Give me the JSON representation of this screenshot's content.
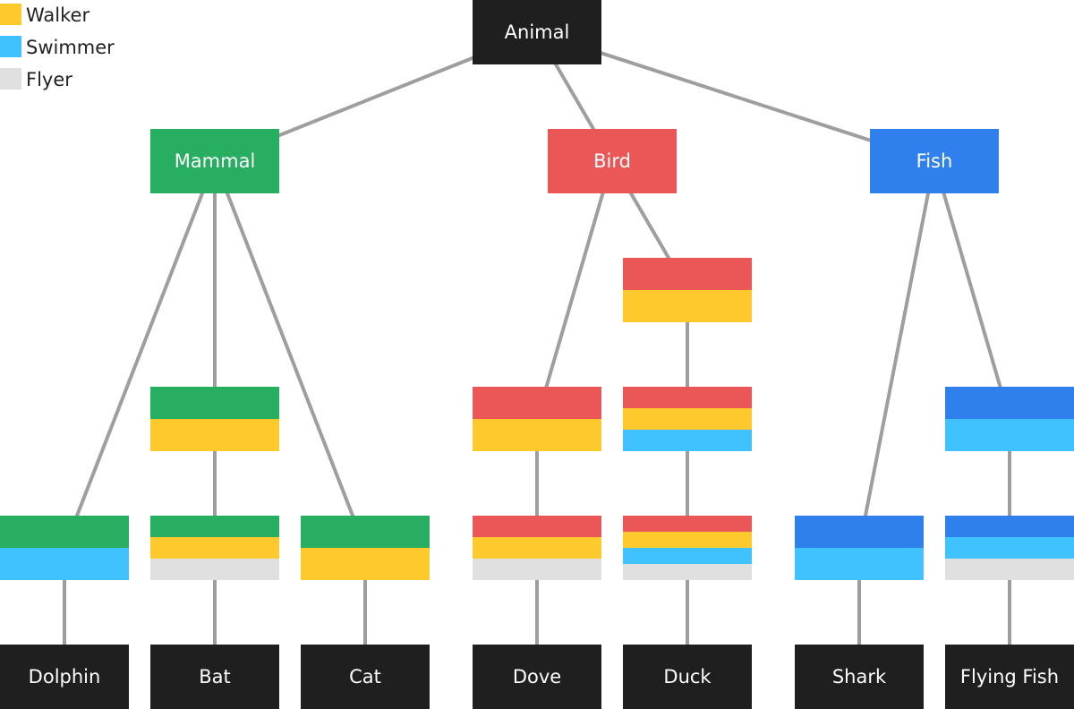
{
  "colors": {
    "mammal": "#27ae60",
    "bird": "#eb5757",
    "fish": "#2f80ed",
    "walker": "#fdc92c",
    "swimmer": "#3fc2ff",
    "flyer": "#e0e0e0",
    "dark": "#1f1f1f",
    "edge": "#9e9e9e",
    "white_text": "#ffffff"
  },
  "legend": [
    {
      "label": "Walker",
      "color_key": "walker"
    },
    {
      "label": "Swimmer",
      "color_key": "swimmer"
    },
    {
      "label": "Flyer",
      "color_key": "flyer"
    }
  ],
  "root": {
    "label": "Animal"
  },
  "classes": [
    {
      "id": "mammal",
      "label": "Mammal"
    },
    {
      "id": "bird",
      "label": "Bird"
    },
    {
      "id": "fish",
      "label": "Fish"
    }
  ],
  "combos": [
    {
      "id": "mammal-walker",
      "bands": [
        "mammal",
        "walker"
      ]
    },
    {
      "id": "bird-walker",
      "bands": [
        "bird",
        "walker"
      ]
    },
    {
      "id": "bird-walker-2",
      "bands": [
        "bird",
        "walker"
      ]
    },
    {
      "id": "bird-walker-swimmer",
      "bands": [
        "bird",
        "walker",
        "swimmer"
      ]
    },
    {
      "id": "fish-swimmer",
      "bands": [
        "fish",
        "swimmer"
      ]
    },
    {
      "id": "mammal-swimmer",
      "bands": [
        "mammal",
        "swimmer"
      ]
    },
    {
      "id": "mammal-walker-flyer",
      "bands": [
        "mammal",
        "walker",
        "flyer"
      ]
    },
    {
      "id": "mammal-walker-leaf",
      "bands": [
        "mammal",
        "walker"
      ]
    },
    {
      "id": "bird-walker-flyer",
      "bands": [
        "bird",
        "walker",
        "flyer"
      ]
    },
    {
      "id": "bird-walker-swimmer-flyer",
      "bands": [
        "bird",
        "walker",
        "swimmer",
        "flyer"
      ]
    },
    {
      "id": "fish-swimmer-leaf",
      "bands": [
        "fish",
        "swimmer"
      ]
    },
    {
      "id": "fish-swimmer-flyer",
      "bands": [
        "fish",
        "swimmer",
        "flyer"
      ]
    }
  ],
  "animals": [
    {
      "label": "Dolphin"
    },
    {
      "label": "Bat"
    },
    {
      "label": "Cat"
    },
    {
      "label": "Dove"
    },
    {
      "label": "Duck"
    },
    {
      "label": "Shark"
    },
    {
      "label": "Flying Fish"
    }
  ],
  "edges": [
    [
      "animal",
      "mammal"
    ],
    [
      "animal",
      "bird"
    ],
    [
      "animal",
      "fish"
    ],
    [
      "mammal",
      "mammal-swimmer"
    ],
    [
      "mammal",
      "mammal-walker"
    ],
    [
      "mammal",
      "mammal-walker-leaf"
    ],
    [
      "mammal-walker",
      "mammal-walker-flyer"
    ],
    [
      "bird",
      "bird-walker"
    ],
    [
      "bird",
      "bird-walker-2"
    ],
    [
      "bird-walker-2",
      "bird-walker-swimmer"
    ],
    [
      "bird-walker",
      "bird-walker-flyer"
    ],
    [
      "bird-walker-swimmer",
      "bird-walker-swimmer-flyer"
    ],
    [
      "fish",
      "fish-swimmer-leaf"
    ],
    [
      "fish",
      "fish-swimmer"
    ],
    [
      "fish-swimmer",
      "fish-swimmer-flyer"
    ],
    [
      "mammal-swimmer",
      "dolphin"
    ],
    [
      "mammal-walker-flyer",
      "bat"
    ],
    [
      "mammal-walker-leaf",
      "cat"
    ],
    [
      "bird-walker-flyer",
      "dove"
    ],
    [
      "bird-walker-swimmer-flyer",
      "duck"
    ],
    [
      "fish-swimmer-leaf",
      "shark"
    ],
    [
      "fish-swimmer-flyer",
      "flying-fish"
    ]
  ]
}
